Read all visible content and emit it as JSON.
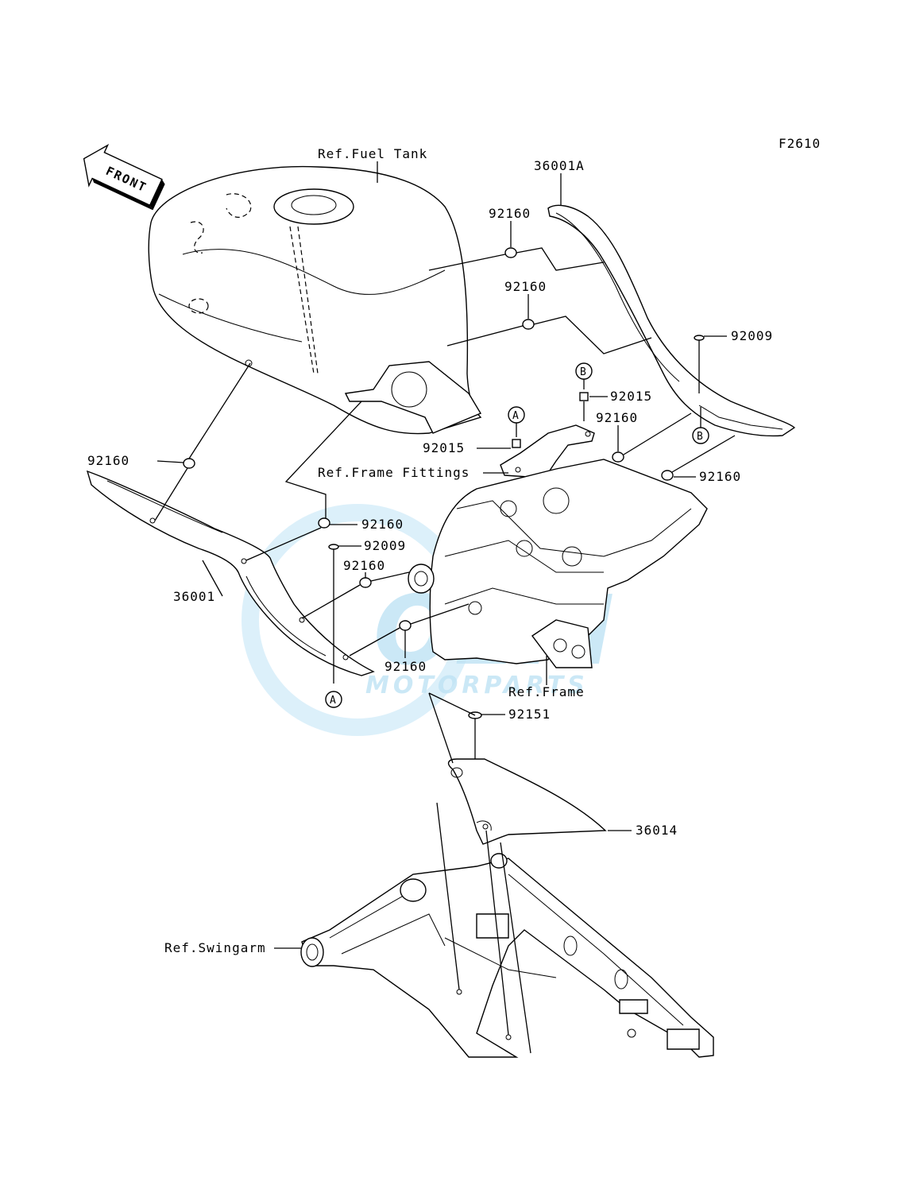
{
  "figure_code": "F2610",
  "front_label": "FRONT",
  "watermark": {
    "brand": "OEM",
    "subtitle": "MOTORPARTS"
  },
  "refs": {
    "fuel_tank": "Ref.Fuel Tank",
    "frame_fittings": "Ref.Frame Fittings",
    "frame": "Ref.Frame",
    "swingarm": "Ref.Swingarm"
  },
  "parts": {
    "cover_upper": "36001A",
    "cover_side": "36001",
    "cover_lower": "36014",
    "grommet_1": "92160",
    "grommet_2": "92160",
    "grommet_3": "92160",
    "grommet_4": "92160",
    "grommet_5": "92160",
    "grommet_6": "92160",
    "grommet_7": "92160",
    "grommet_8": "92160",
    "screw_1": "92009",
    "screw_2": "92009",
    "collar_1": "92015",
    "collar_2": "92015",
    "bolt_1": "92151"
  },
  "markers": {
    "a_top": "A",
    "a_bottom": "A",
    "b_top": "B",
    "b_bottom": "B"
  }
}
